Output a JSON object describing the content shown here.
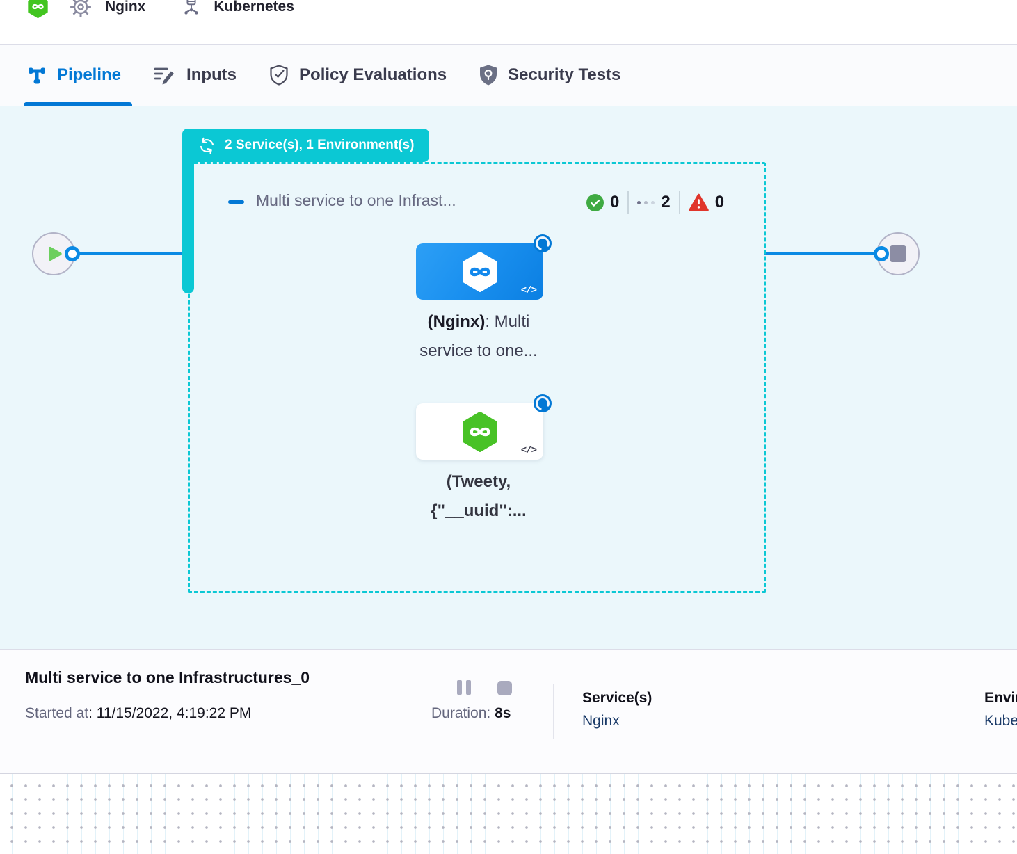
{
  "header": {
    "service_name": "Nginx",
    "environment_name": "Kubernetes"
  },
  "tabs": [
    {
      "label": "Pipeline",
      "active": true
    },
    {
      "label": "Inputs",
      "active": false
    },
    {
      "label": "Policy Evaluations",
      "active": false
    },
    {
      "label": "Security Tests",
      "active": false
    }
  ],
  "stage_group": {
    "badge_label": "2 Service(s), 1 Environment(s)",
    "title": "Multi service to one Infrast...",
    "counts": {
      "success": "0",
      "running": "2",
      "failed": "0"
    }
  },
  "nodes": [
    {
      "line1_bold": "(Nginx)",
      "line1_rest": ": Multi",
      "line2": "service to one...",
      "code_glyph": "</>"
    },
    {
      "line1_bold": "(Tweety,",
      "line2": "{\"__uuid\":...",
      "code_glyph": "</>"
    }
  ],
  "footer": {
    "title": "Multi service to one Infrastructures_0",
    "started_label": "Started at",
    "started_value": ": 11/15/2022, 4:19:22 PM",
    "duration_label": "Duration:",
    "duration_value": "8s",
    "services_label": "Service(s)",
    "services_value": "Nginx",
    "environments_label": "Environment(s)",
    "environments_value": "Kubernetes"
  },
  "colors": {
    "accent_teal": "#0bc8d4",
    "primary_blue": "#0278d5",
    "success_green": "#3faa42",
    "error_red": "#e0352b",
    "harness_green": "#42c520",
    "node_blue": "#1b91f0"
  }
}
